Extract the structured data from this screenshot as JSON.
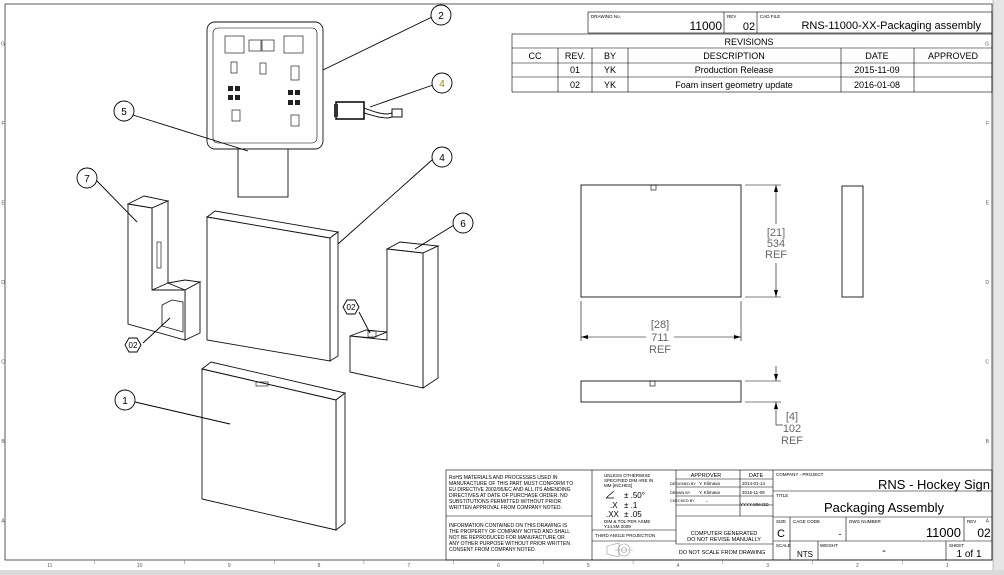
{
  "title_strip": {
    "drawing_no_label": "DRAWING No.",
    "drawing_no": "11000",
    "rev_label": "REV",
    "rev": "02",
    "cad_file_label": "CAD FILE",
    "cad_file": "RNS-11000-XX-Packaging assembly"
  },
  "revisions": {
    "title": "REVISIONS",
    "headers": [
      "CC",
      "REV.",
      "BY",
      "DESCRIPTION",
      "DATE",
      "APPROVED"
    ],
    "rows": [
      {
        "cc": "",
        "rev": "01",
        "by": "YK",
        "description": "Production Release",
        "date": "2015-11-09",
        "approved": ""
      },
      {
        "cc": "",
        "rev": "02",
        "by": "YK",
        "description": "Foam insert geometry update",
        "date": "2016-01-08",
        "approved": ""
      }
    ]
  },
  "balloons": [
    "2",
    "4",
    "5",
    "4",
    "7",
    "6",
    "02",
    "02",
    "1"
  ],
  "dims": {
    "height": [
      "[21]",
      "534",
      "REF"
    ],
    "width": [
      "[28]",
      "711",
      "REF"
    ],
    "depth": [
      "[4]",
      "102",
      "REF"
    ]
  },
  "title_block": {
    "rohs_note": [
      "RoHS MATERIALS AND PROCESSES USED IN",
      "MANUFACTURE OF THIS PART MUST CONFORM TO",
      "EU DIRECTIVE 2002/95/EC AND ALL ITS AMENDING",
      "DIRECTIVES AT DATE OF PURCHASE ORDER. NO",
      "SUBSTITUTIONS PERMITTED WITHOUT PRIOR",
      "WRITTEN APPROVAL FROM COMPANY NOTED."
    ],
    "info_note": [
      "INFORMATION CONTAINED ON THIS DRAWING IS",
      "THE PROPERTY OF COMPANY NOTED AND SHALL",
      "NOT BE REPRODUCED FOR MANUFACTURE OR",
      "ANY OTHER PURPOSE WITHOUT PRIOR WRITTEN",
      "CONSENT FROM COMPANY NOTED."
    ],
    "tolerance": {
      "lines": [
        "UNLESS OTHERWISE",
        "SPECIFIED DIM ARE IN",
        "MM [INCHES]"
      ],
      "angle": "± .50°",
      "x_label": ".X",
      "x_val": "± .1",
      "xx_label": ".XX",
      "xx_val": "± .05",
      "std": [
        "DIM & TOL PER ASME",
        "Y14.5M 2009"
      ],
      "projection": "THIRD ANGLE PROJECTION"
    },
    "approver_header": "APPROVER",
    "date_header": "DATE",
    "designed_by_label": "DESIGNED BY",
    "designed_by": "Y. Klimava",
    "designed_date": "2014-01-14",
    "drawn_by_label": "DRAWN BY",
    "drawn_by": "Y. Klimava",
    "drawn_date": "2015-11-09",
    "checked_by_label": "CHECKED BY",
    "checked_by": "-",
    "checked_date": "YYYY-MM-DD",
    "computer_generated": [
      "COMPUTER GENERATED",
      "DO NOT REVISE MANUALLY"
    ],
    "do_not_scale": "DO NOT SCALE FROM DRAWING",
    "company_label": "COMPANY - PROJECT",
    "company_project": "RNS - Hockey Sign",
    "title_label": "TITLE",
    "title": "Packaging Assembly",
    "size_label": "SIZE",
    "size": "C",
    "cage_label": "CAGE CODE",
    "cage": "-",
    "dwg_label": "DWG NUMBER",
    "dwg": "11000",
    "rev_label": "REV",
    "rev": "02",
    "scale_label": "SCALE",
    "scale": "NTS",
    "weight_label": "WEIGHT",
    "weight": "-",
    "sheet_label": "SHEET",
    "sheet": "1 of 1"
  },
  "border": {
    "bottom_zones": [
      "11",
      "10",
      "9",
      "8",
      "7",
      "6",
      "5",
      "4",
      "3",
      "2",
      "1"
    ],
    "left_zones": [
      "G",
      "F",
      "E",
      "D",
      "C",
      "B",
      "A"
    ],
    "right_zones": [
      "G",
      "F",
      "E",
      "D",
      "C",
      "B",
      "A"
    ]
  }
}
